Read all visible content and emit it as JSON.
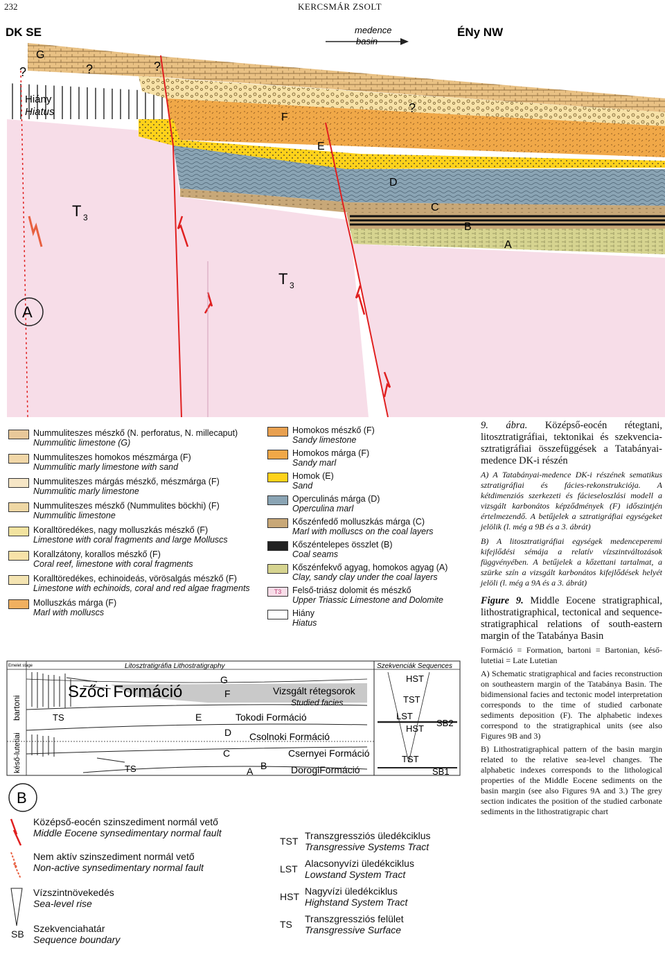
{
  "header": {
    "page_number": "232",
    "author": "KERCSMÁR ZSOLT"
  },
  "panel_a": {
    "corner_se": "DK SE",
    "corner_nw": "ÉNy NW",
    "basin_hu": "medence",
    "basin_en": "basin",
    "hiatus_hu": "Hiány",
    "hiatus_en": "Hiatus",
    "label": "A",
    "t3": "T",
    "t3_sub": "3",
    "unit_g": "G",
    "unit_f": "F",
    "unit_e": "E",
    "unit_d": "D",
    "unit_c": "C",
    "unit_b": "B",
    "unit_a": "A",
    "question": "?"
  },
  "legend_left": [
    {
      "hu": "Nummuliteszes mészkő (N. perforatus, N. millecaput)",
      "en": "Nummulitic limestone (G)",
      "color": "#e8c89a"
    },
    {
      "hu": "Nummuliteszes homokos mészmárga (F)",
      "en": "Nummulitic marly limestone with sand",
      "color": "#f1d7a8"
    },
    {
      "hu": "Nummuliteszes márgás mészkő, mészmárga (F)",
      "en": "Nummulitic marly limestone",
      "color": "#f6e6c6"
    },
    {
      "hu": "Nummuliteszes mészkő (Nummulites böckhi) (F)",
      "en": "Nummulitic limestone",
      "color": "#eed7a4"
    },
    {
      "hu": "Koralltöredékes, nagy molluszkás mészkő (F)",
      "en": "Limestone with coral fragments and large Molluscs",
      "color": "#f2e3a0"
    },
    {
      "hu": "Korallzátony, korallos mészkő (F)",
      "en": "Coral reef, limestone with coral fragments",
      "color": "#f7e2a8"
    },
    {
      "hu": "Koralltöredékes, echinoideás, vörösalgás mészkő (F)",
      "en": "Limestone with echinoids, coral and red algae fragments",
      "color": "#f4e4b2"
    },
    {
      "hu": "Molluszkás márga (F)",
      "en": "Marl with molluscs",
      "color": "#f0b060"
    }
  ],
  "legend_right": [
    {
      "hu": "Homokos mészkő (F)",
      "en": "Sandy limestone",
      "color": "#e8a050"
    },
    {
      "hu": "Homokos márga (F)",
      "en": "Sandy marl",
      "color": "#f0a848"
    },
    {
      "hu": "Homok (E)",
      "en": "Sand",
      "color": "#ffd21a"
    },
    {
      "hu": "Operculinás márga (D)",
      "en": "Operculina marl",
      "color": "#8aa4b4"
    },
    {
      "hu": "Kőszénfedő molluszkás márga (C)",
      "en": "Marl with molluscs on the coal layers",
      "color": "#c8a878"
    },
    {
      "hu": "Kőszéntelepes összlet (B)",
      "en": "Coal seams",
      "color": "#222222"
    },
    {
      "hu": "Kőszénfekvő agyag, homokos agyag (A)",
      "en": "Clay, sandy clay under the coal layers",
      "color": "#d6d490"
    },
    {
      "hu": "Felső-triász dolomit és mészkő",
      "en": "Upper Triassic Limestone and Dolomite",
      "color": "#f7dde8",
      "tag": "T3"
    },
    {
      "hu": "Hiány",
      "en": "Hiatus",
      "color": "#ffffff"
    }
  ],
  "panel_b": {
    "label": "B",
    "litho_title": "Litosztratigráfia Lithostratigraphy",
    "seq_title": "Szekvenciák Sequences",
    "stage_col": "Emelet stage",
    "stage_bartonian": "bartoni",
    "stage_late_lutetian": "késő-lutetiai",
    "formation_szoc": "Szőci Formáció",
    "units": [
      "G",
      "F",
      "E",
      "D",
      "C",
      "B",
      "A"
    ],
    "studied": "Vizsgált rétegsorok",
    "studied_en": "Studied facies",
    "tokod": "Tokodi Formáció",
    "csolnok": "Csolnoki Formáció",
    "csernye": "Csernyei Formáció",
    "dorog": "DorogiFormáció",
    "ts": "TS",
    "seq_labels": [
      "HST",
      "TST",
      "LST",
      "HST",
      "TST"
    ],
    "sb2": "SB2",
    "sb1": "SB1"
  },
  "legend_b": {
    "fault_hu": "Középső-eocén szinszediment normál vető",
    "fault_en": "Middle Eocene synsedimentary normal fault",
    "inactive_hu": "Nem aktív szinszediment normál vető",
    "inactive_en": "Non-active synsedimentary normal fault",
    "rise_hu": "Vízszintnövekedés",
    "rise_en": "Sea-level rise",
    "sb_tag": "SB",
    "sb_hu": "Szekvenciahatár",
    "sb_en": "Sequence boundary",
    "tst_tag": "TST",
    "tst_hu": "Transzgressziós üledékciklus",
    "tst_en": "Transgressive Systems Tract",
    "lst_tag": "LST",
    "lst_hu": "Alacsonyvízi üledékciklus",
    "lst_en": "Lowstand System Tract",
    "hst_tag": "HST",
    "hst_hu": "Nagyvízi üledékciklus",
    "hst_en": "Highstand System Tract",
    "ts_tag": "TS",
    "ts_hu": "Transzgressziós felület",
    "ts_en": "Transgressive Surface"
  },
  "caption": {
    "hu_lead": "9. ábra.",
    "hu_title": " Középső-eocén rétegtani, litosztratigráfiai, tektonikai és szekvencia-sztratigráfiai összefüggések a Tatabányai-medence DK-i részén",
    "hu_a": "A) A Tatabányai-medence DK-i részének sematikus sztratigráfiai és fácies-rekonstrukciója. A kétdimenziós szerkezeti és fácieseloszlási modell a vizsgált karbonátos képződmények (F) időszintjén értelmezendő. A betűjelek a sztratigráfiai egységeket jelölik (l. még a 9B és a 3. ábrát)",
    "hu_b": "B) A litosztratigráfiai egységek medenceperemi kifejlődési sémája a relatív vízszintváltozások függvényében. A betűjelek a kőzettani tartalmat, a szürke szín a vizsgált karbonátos kifejlődések helyét jelöli (l. még a 9A és a 3. ábrát)",
    "en_lead": "Figure 9.",
    "en_title": " Middle Eocene stratigraphical, lithostratigraphical, tectonical and sequence-stratigraphical relations of south-eastern margin of the Tatabánya Basin",
    "en_terms": "Formáció = Formation, bartoni = Bartonian, késő-lutetiai = Late Lutetian",
    "en_a": "A) Schematic stratigraphical and facies reconstruction on southeastern margin of the Tatabánya Basin. The bidimensional facies and tectonic model interpretation corresponds to the time of studied carbonate sediments deposition (F). The alphabetic indexes correspond to the stratigraphical units (see also Figures 9B and 3)",
    "en_b": "B) Lithostratigraphical pattern of the basin margin related to the relative sea-level changes. The alphabetic indexes corresponds to the lithological properties of the Middle Eocene sediments on the basin margin (see also Figures 9A and 3.) The grey section indicates the position of the studied carbonate sediments in the lithostratigrapic chart"
  }
}
